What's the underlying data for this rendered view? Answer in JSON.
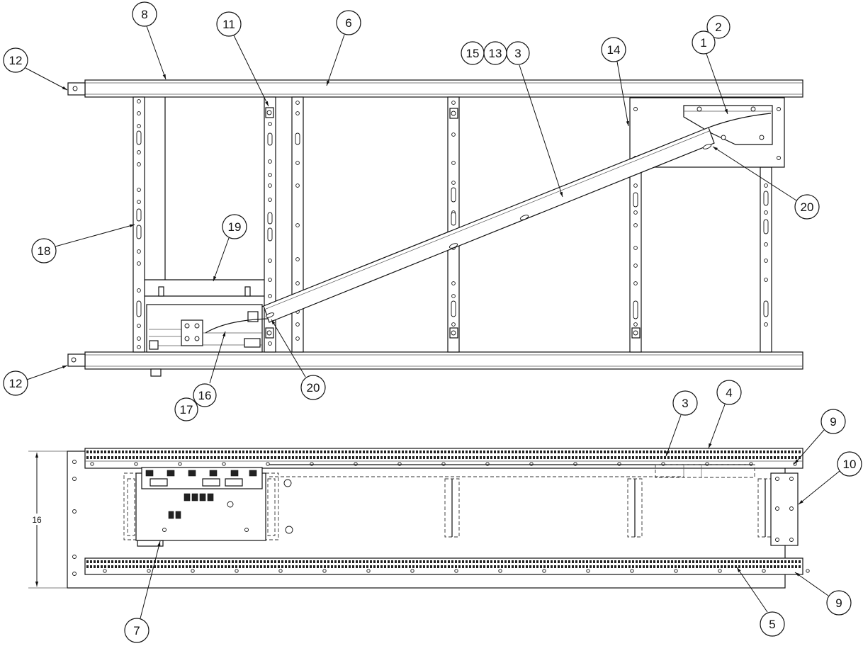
{
  "callouts": {
    "top_view": {
      "c8": "8",
      "c11": "11",
      "c6": "6",
      "c12_upper": "12",
      "c15": "15",
      "c13": "13",
      "c3": "3",
      "c14": "14",
      "c2": "2",
      "c1": "1",
      "c20_upper": "20",
      "c19": "19",
      "c18": "18",
      "c12_lower": "12",
      "c20_lower": "20",
      "c16": "16",
      "c17": "17"
    },
    "plan_view": {
      "c3": "3",
      "c4": "4",
      "c9_upper": "9",
      "c10": "10",
      "c9_lower": "9",
      "c5": "5",
      "c7": "7"
    }
  },
  "dimension": {
    "overall_width": "16"
  }
}
